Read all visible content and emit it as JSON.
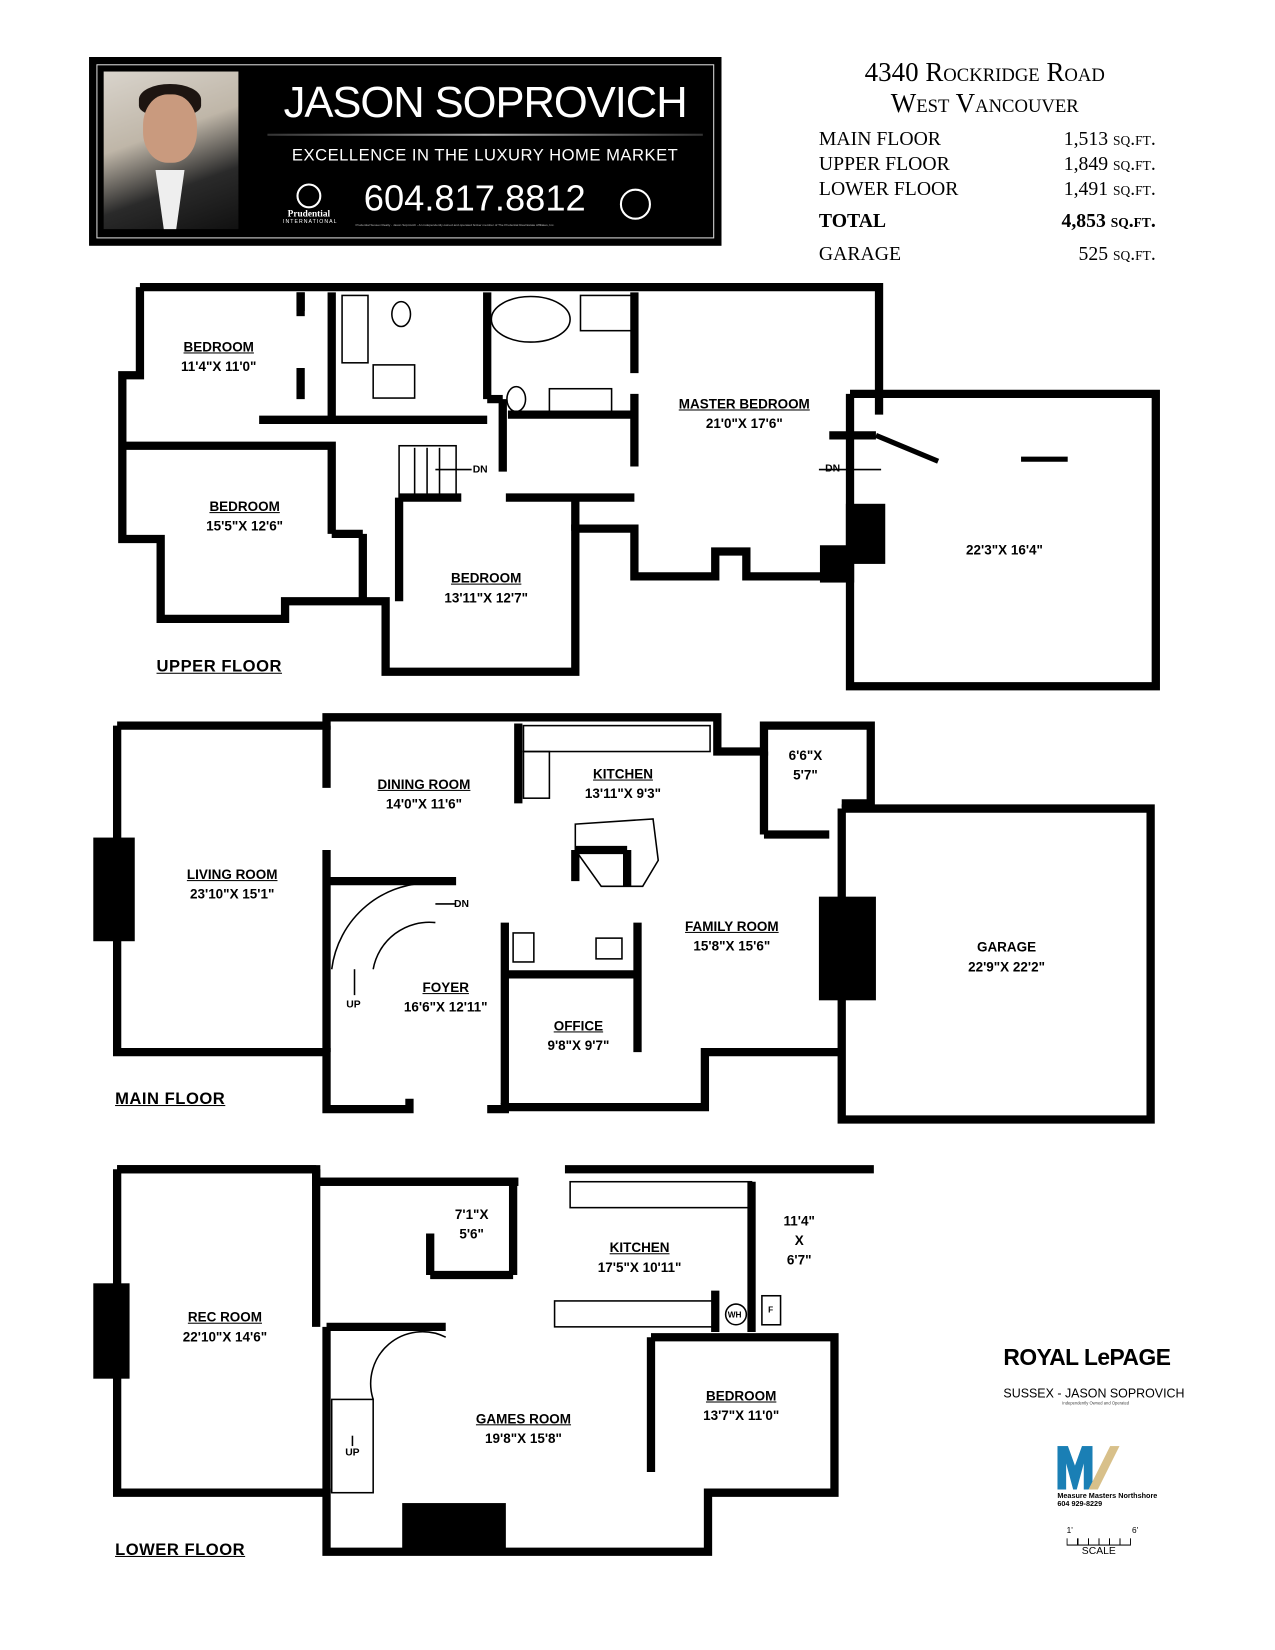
{
  "banner": {
    "agent_name": "JASON SOPROVICH",
    "tagline": "EXCELLENCE IN THE LUXURY HOME MARKET",
    "phone": "604.817.8812",
    "brokerage": "Prudential",
    "brokerage_sub": "INTERNATIONAL",
    "fine_print": "Prudential Sussex Realty - Jason Soprovich - An independently owned and operated broker member of The Prudential Real Estate Affiliates, Inc."
  },
  "property": {
    "address": "4340 Rockridge Road",
    "city": "West Vancouver",
    "areas": [
      {
        "label": "MAIN FLOOR",
        "value": "1,513 sq.ft."
      },
      {
        "label": "UPPER FLOOR",
        "value": "1,849 sq.ft."
      },
      {
        "label": "LOWER FLOOR",
        "value": "1,491 sq.ft."
      },
      {
        "label": "TOTAL",
        "value": "4,853 sq.ft."
      },
      {
        "label": "GARAGE",
        "value": "525 sq.ft."
      }
    ]
  },
  "upper_floor": {
    "title": "UPPER FLOOR",
    "rooms": [
      {
        "name": "BEDROOM",
        "dims": "11'4\"X  11'0\""
      },
      {
        "name": "BEDROOM",
        "dims": "15'5\"X  12'6\""
      },
      {
        "name": "BEDROOM",
        "dims": "13'11\"X  12'7\""
      },
      {
        "name": "MASTER  BEDROOM",
        "dims": "21'0\"X  17'6\""
      },
      {
        "name": "",
        "dims": "22'3\"X  16'4\""
      }
    ],
    "stair_label": "DN",
    "stair_label_2": "DN"
  },
  "main_floor": {
    "title": "MAIN  FLOOR",
    "rooms": [
      {
        "name": "LIVING  ROOM",
        "dims": "23'10\"X  15'1\""
      },
      {
        "name": "DINING  ROOM",
        "dims": "14'0\"X  11'6\""
      },
      {
        "name": "KITCHEN",
        "dims": "13'11\"X  9'3\""
      },
      {
        "name": "",
        "dims": "6'6\"X"
      },
      {
        "name": "",
        "dims": "5'7\""
      },
      {
        "name": "FAMILY  ROOM",
        "dims": "15'8\"X  15'6\""
      },
      {
        "name": "FOYER",
        "dims": "16'6\"X  12'11\""
      },
      {
        "name": "OFFICE",
        "dims": "9'8\"X  9'7\""
      },
      {
        "name": "GARAGE",
        "dims": "22'9\"X  22'2\""
      }
    ],
    "stair_down": "DN",
    "stair_up": "UP"
  },
  "lower_floor": {
    "title": "LOWER  FLOOR",
    "rooms": [
      {
        "name": "REC  ROOM",
        "dims": "22'10\"X  14'6\""
      },
      {
        "name": "",
        "dims": "7'1\"X"
      },
      {
        "name": "",
        "dims": "5'6\""
      },
      {
        "name": "KITCHEN",
        "dims": "17'5\"X  10'11\""
      },
      {
        "name": "",
        "dims": "11'4\""
      },
      {
        "name": "",
        "dims": "X"
      },
      {
        "name": "",
        "dims": "6'7\""
      },
      {
        "name": "GAMES  ROOM",
        "dims": "19'8\"X  15'8\""
      },
      {
        "name": "BEDROOM",
        "dims": "13'7\"X  11'0\""
      }
    ],
    "stair_up": "UP",
    "water_heater": "WH",
    "furnace": "F"
  },
  "logos": {
    "royal_lepage": "ROYAL LePAGE",
    "royal_lepage_sub": "SUSSEX - JASON SOPROVICH",
    "royal_lepage_note": "Independently Owned and Operated",
    "measure_masters": "Measure Masters Northshore",
    "measure_masters_phone": "604 929-8229",
    "brand_blue": "#1a7fb5",
    "brand_tan": "#d8c08a"
  },
  "scale_bar": {
    "left": "1'",
    "right": "6'",
    "label": "SCALE"
  }
}
